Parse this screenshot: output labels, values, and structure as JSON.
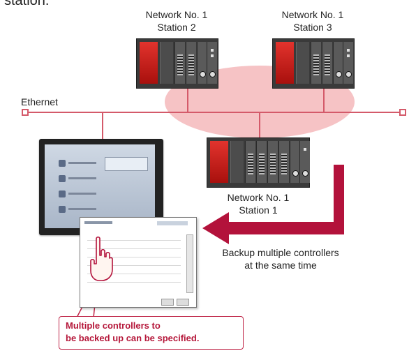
{
  "colors": {
    "network_ellipse": "#f4b8bb",
    "ethernet_line": "#d45a6a",
    "arrow": "#b3123b",
    "callout_border": "#c0284a",
    "callout_text": "#b5173a"
  },
  "header": {
    "partial_text": "station."
  },
  "stations": [
    {
      "label_line1": "Network No. 1",
      "label_line2": "Station 2"
    },
    {
      "label_line1": "Network No. 1",
      "label_line2": "Station 3"
    },
    {
      "label_line1": "Network No. 1",
      "label_line2": "Station 1"
    }
  ],
  "network": {
    "label": "Ethernet"
  },
  "arrow_caption": {
    "line1": "Backup multiple controllers",
    "line2": "at the same time"
  },
  "callout": {
    "line1": "Multiple controllers to",
    "line2": "be backed up can be specified."
  }
}
